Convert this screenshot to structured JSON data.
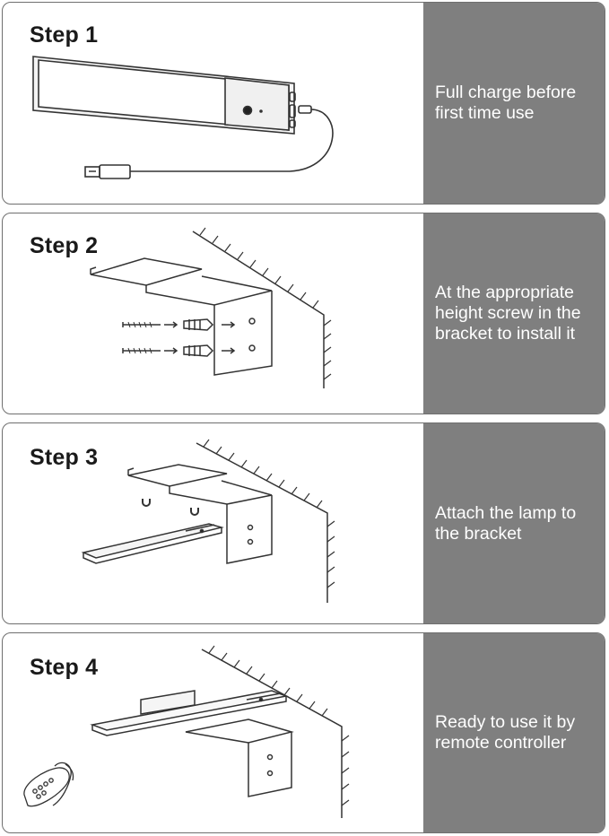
{
  "steps": [
    {
      "title": "Step 1",
      "caption": "Full charge before\nfirst time use"
    },
    {
      "title": "Step 2",
      "caption": "At the appropriate\nheight screw in the\nbracket to install it"
    },
    {
      "title": "Step 3",
      "caption": "Attach the lamp to\nthe bracket"
    },
    {
      "title": "Step 4",
      "caption": "Ready to use it by\nremote controller"
    }
  ],
  "colors": {
    "caption_bg": "#7f7f7f",
    "caption_text": "#ffffff",
    "line_art": "#333333"
  }
}
